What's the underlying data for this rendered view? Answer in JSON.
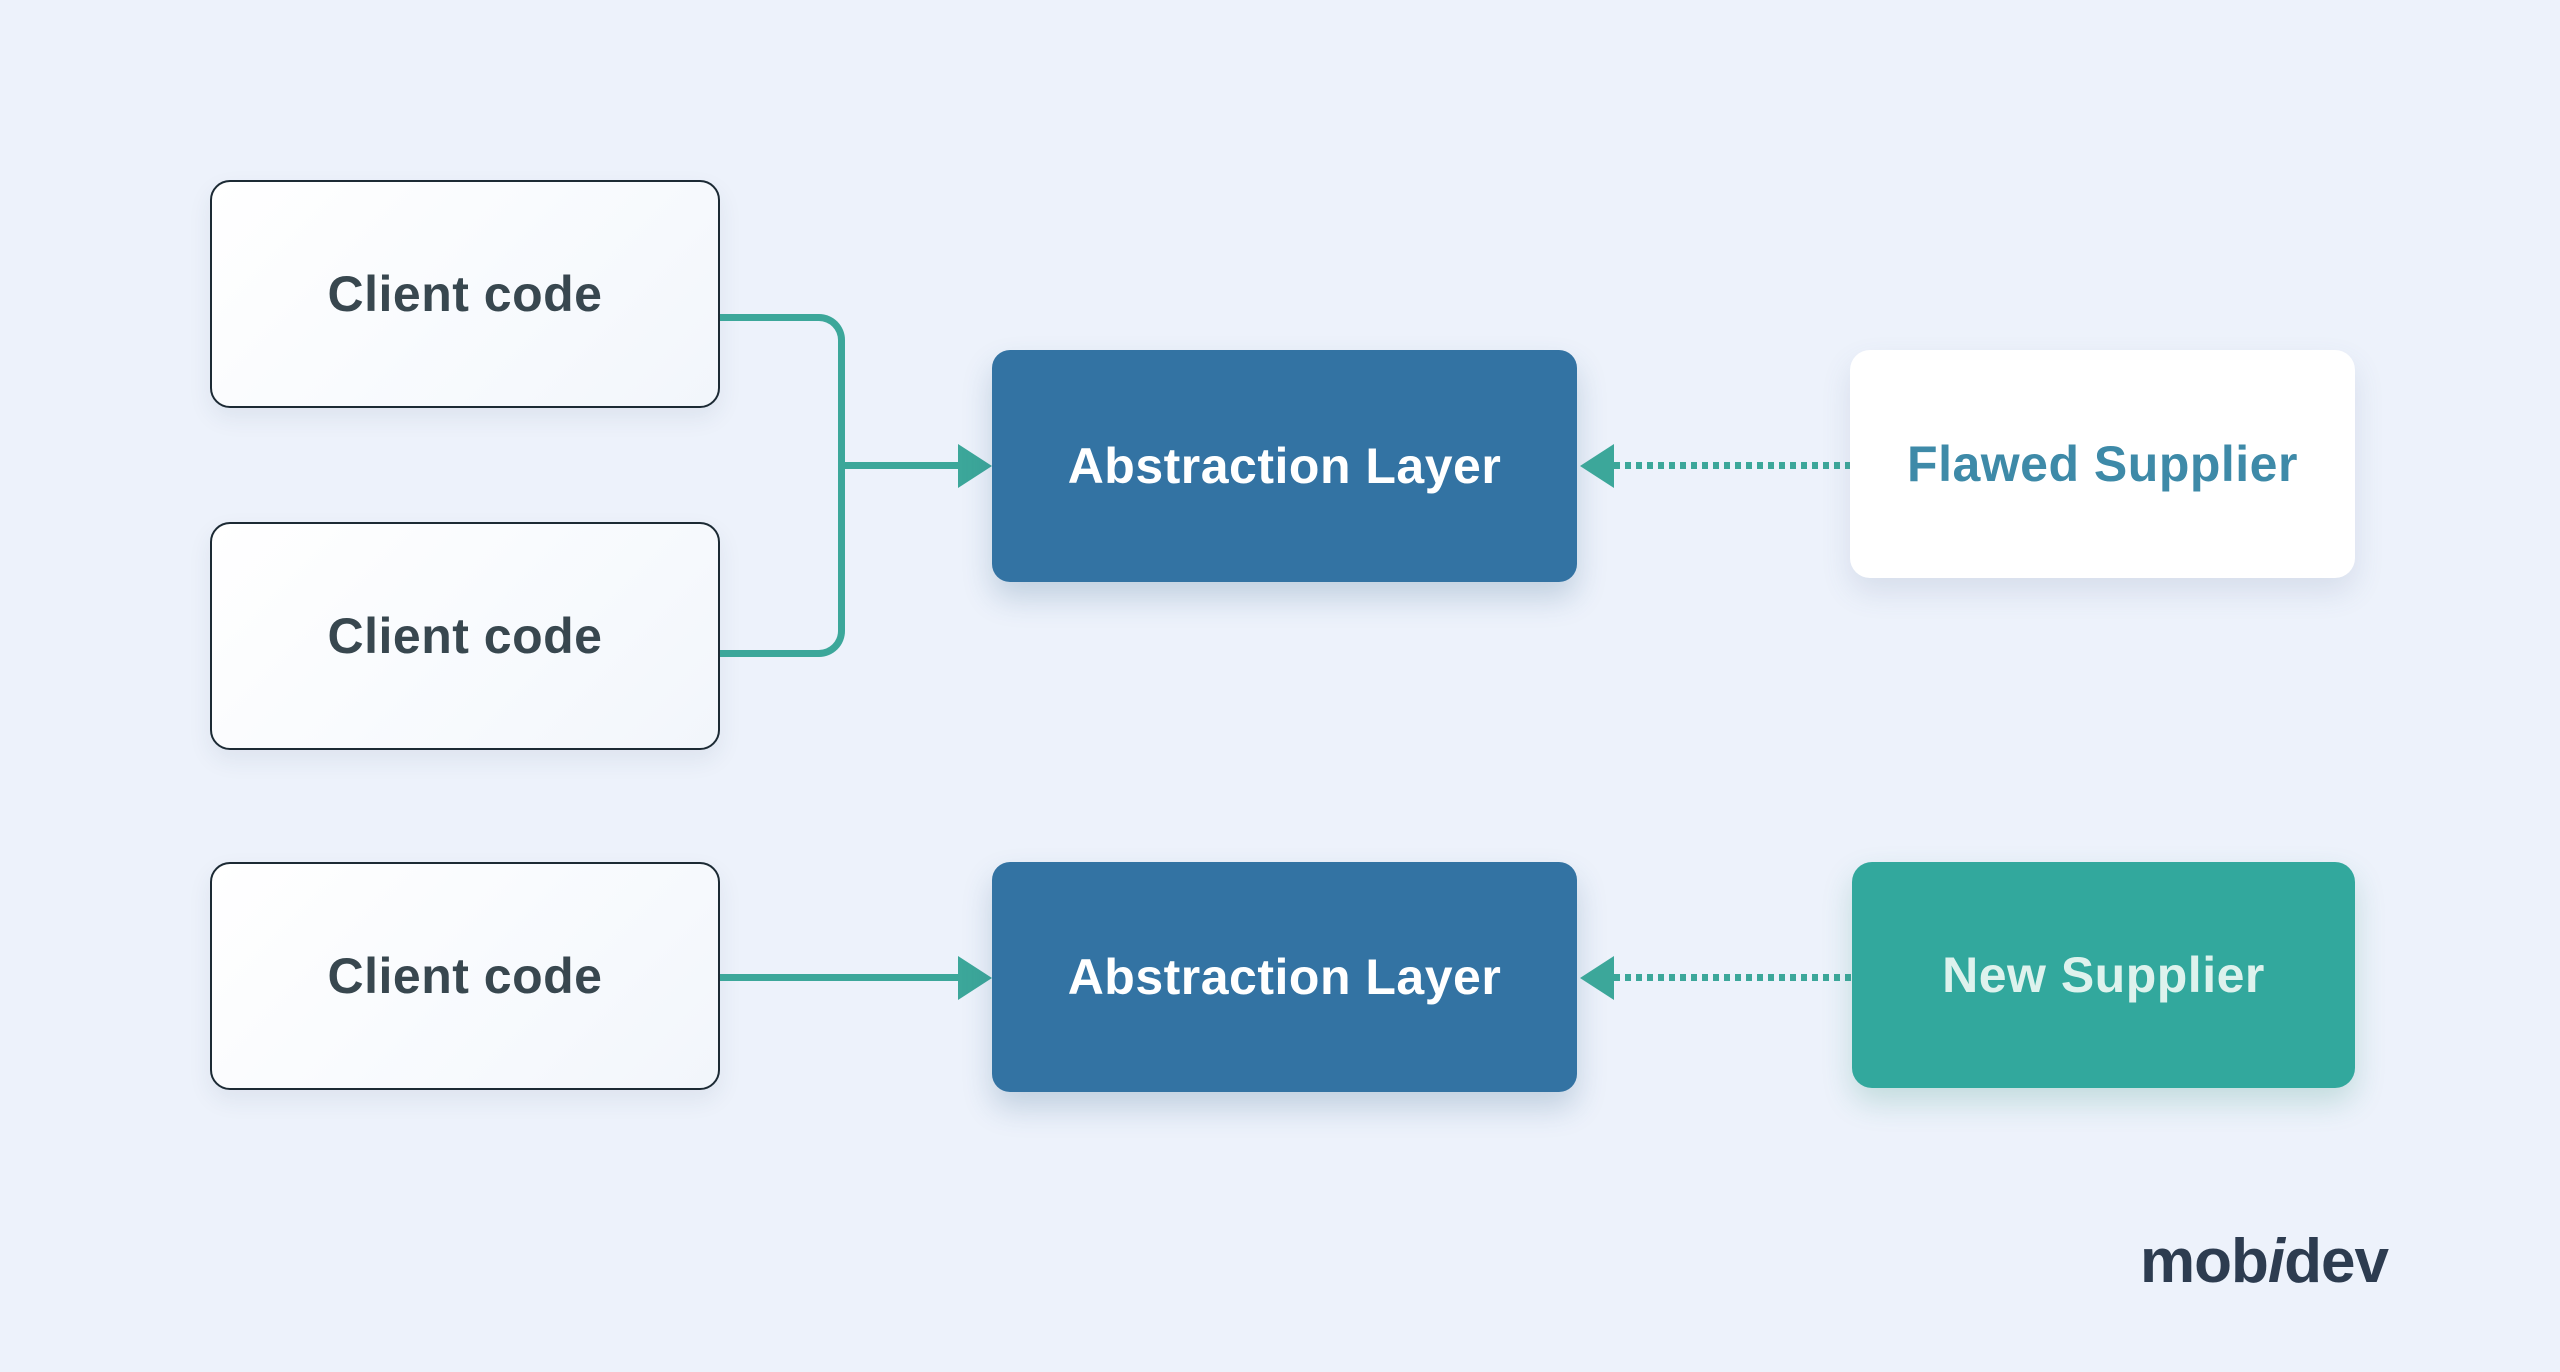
{
  "canvas": {
    "background": "#edf2fb"
  },
  "colors": {
    "bg": "#edf2fb",
    "blue": "#3373a3",
    "teal-box": "#32a89d",
    "line": "#3ca79a",
    "client-text": "#38474f",
    "client-border": "#1c2a34",
    "flawed-text": "#3e8aa8",
    "new-text": "#def2ed",
    "logo-color": "#2d3c50"
  },
  "nodes": {
    "client_top": {
      "label": "Client code"
    },
    "client_middle": {
      "label": "Client code"
    },
    "client_bottom": {
      "label": "Client code"
    },
    "abstraction_top": {
      "label": "Abstraction Layer"
    },
    "abstraction_bottom": {
      "label": "Abstraction Layer"
    },
    "flawed_supplier": {
      "label": "Flawed Supplier"
    },
    "new_supplier": {
      "label": "New Supplier"
    }
  },
  "edges": [
    {
      "from": "client_top",
      "to": "abstraction_top",
      "style": "solid-merge-bracket"
    },
    {
      "from": "client_middle",
      "to": "abstraction_top",
      "style": "solid-merge-bracket"
    },
    {
      "from": "flawed_supplier",
      "to": "abstraction_top",
      "style": "dotted"
    },
    {
      "from": "client_bottom",
      "to": "abstraction_bottom",
      "style": "solid"
    },
    {
      "from": "new_supplier",
      "to": "abstraction_bottom",
      "style": "dotted"
    }
  ],
  "logo": {
    "part1": "mob",
    "part2": "i",
    "part3": "dev"
  }
}
